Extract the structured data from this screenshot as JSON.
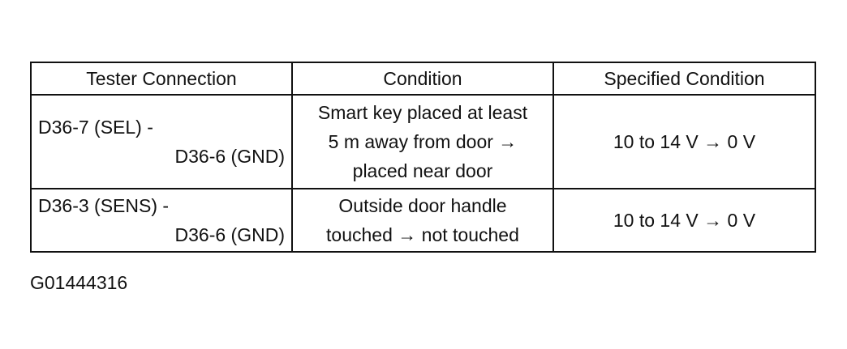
{
  "table": {
    "headers": [
      "Tester Connection",
      "Condition",
      "Specified Condition"
    ],
    "rows": [
      {
        "connection": [
          "D36-7 (SEL) -",
          "D36-6 (GND)"
        ],
        "condition": [
          "Smart key placed at least",
          "5 m away from door →",
          "placed near door"
        ],
        "specified": "10 to 14 V → 0 V"
      },
      {
        "connection": [
          "D36-3 (SENS) -",
          "D36-6 (GND)"
        ],
        "condition": [
          "Outside door handle",
          "touched → not touched"
        ],
        "specified": "10 to 14 V → 0 V"
      }
    ]
  },
  "figure_id": "G01444316"
}
